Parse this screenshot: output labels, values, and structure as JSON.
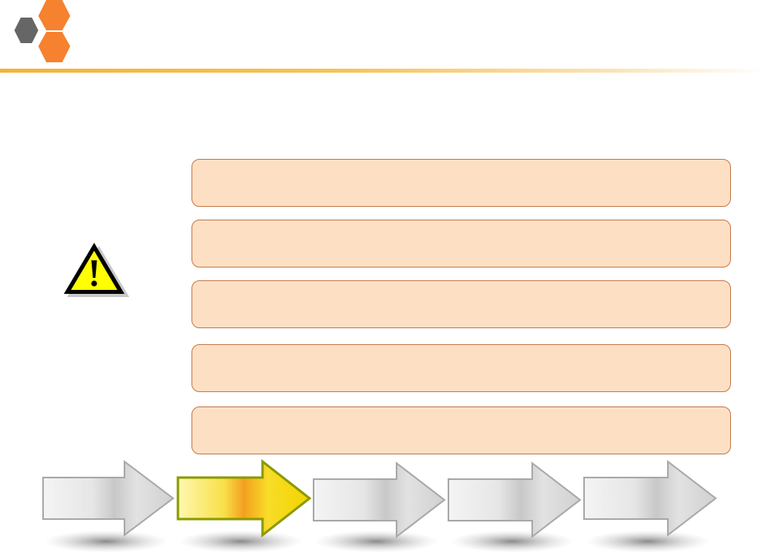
{
  "header": {
    "logo_icon": "hexagon-cluster-logo",
    "rule_color": "#f2b33a"
  },
  "warning": {
    "icon": "warning-triangle-icon",
    "color": "#ffff00"
  },
  "boxes": [
    {
      "text": ""
    },
    {
      "text": ""
    },
    {
      "text": ""
    },
    {
      "text": ""
    },
    {
      "text": ""
    }
  ],
  "steps": {
    "count": 5,
    "active_index": 1,
    "active_color": "#f5d800",
    "inactive_color": "#e0e0e0"
  }
}
